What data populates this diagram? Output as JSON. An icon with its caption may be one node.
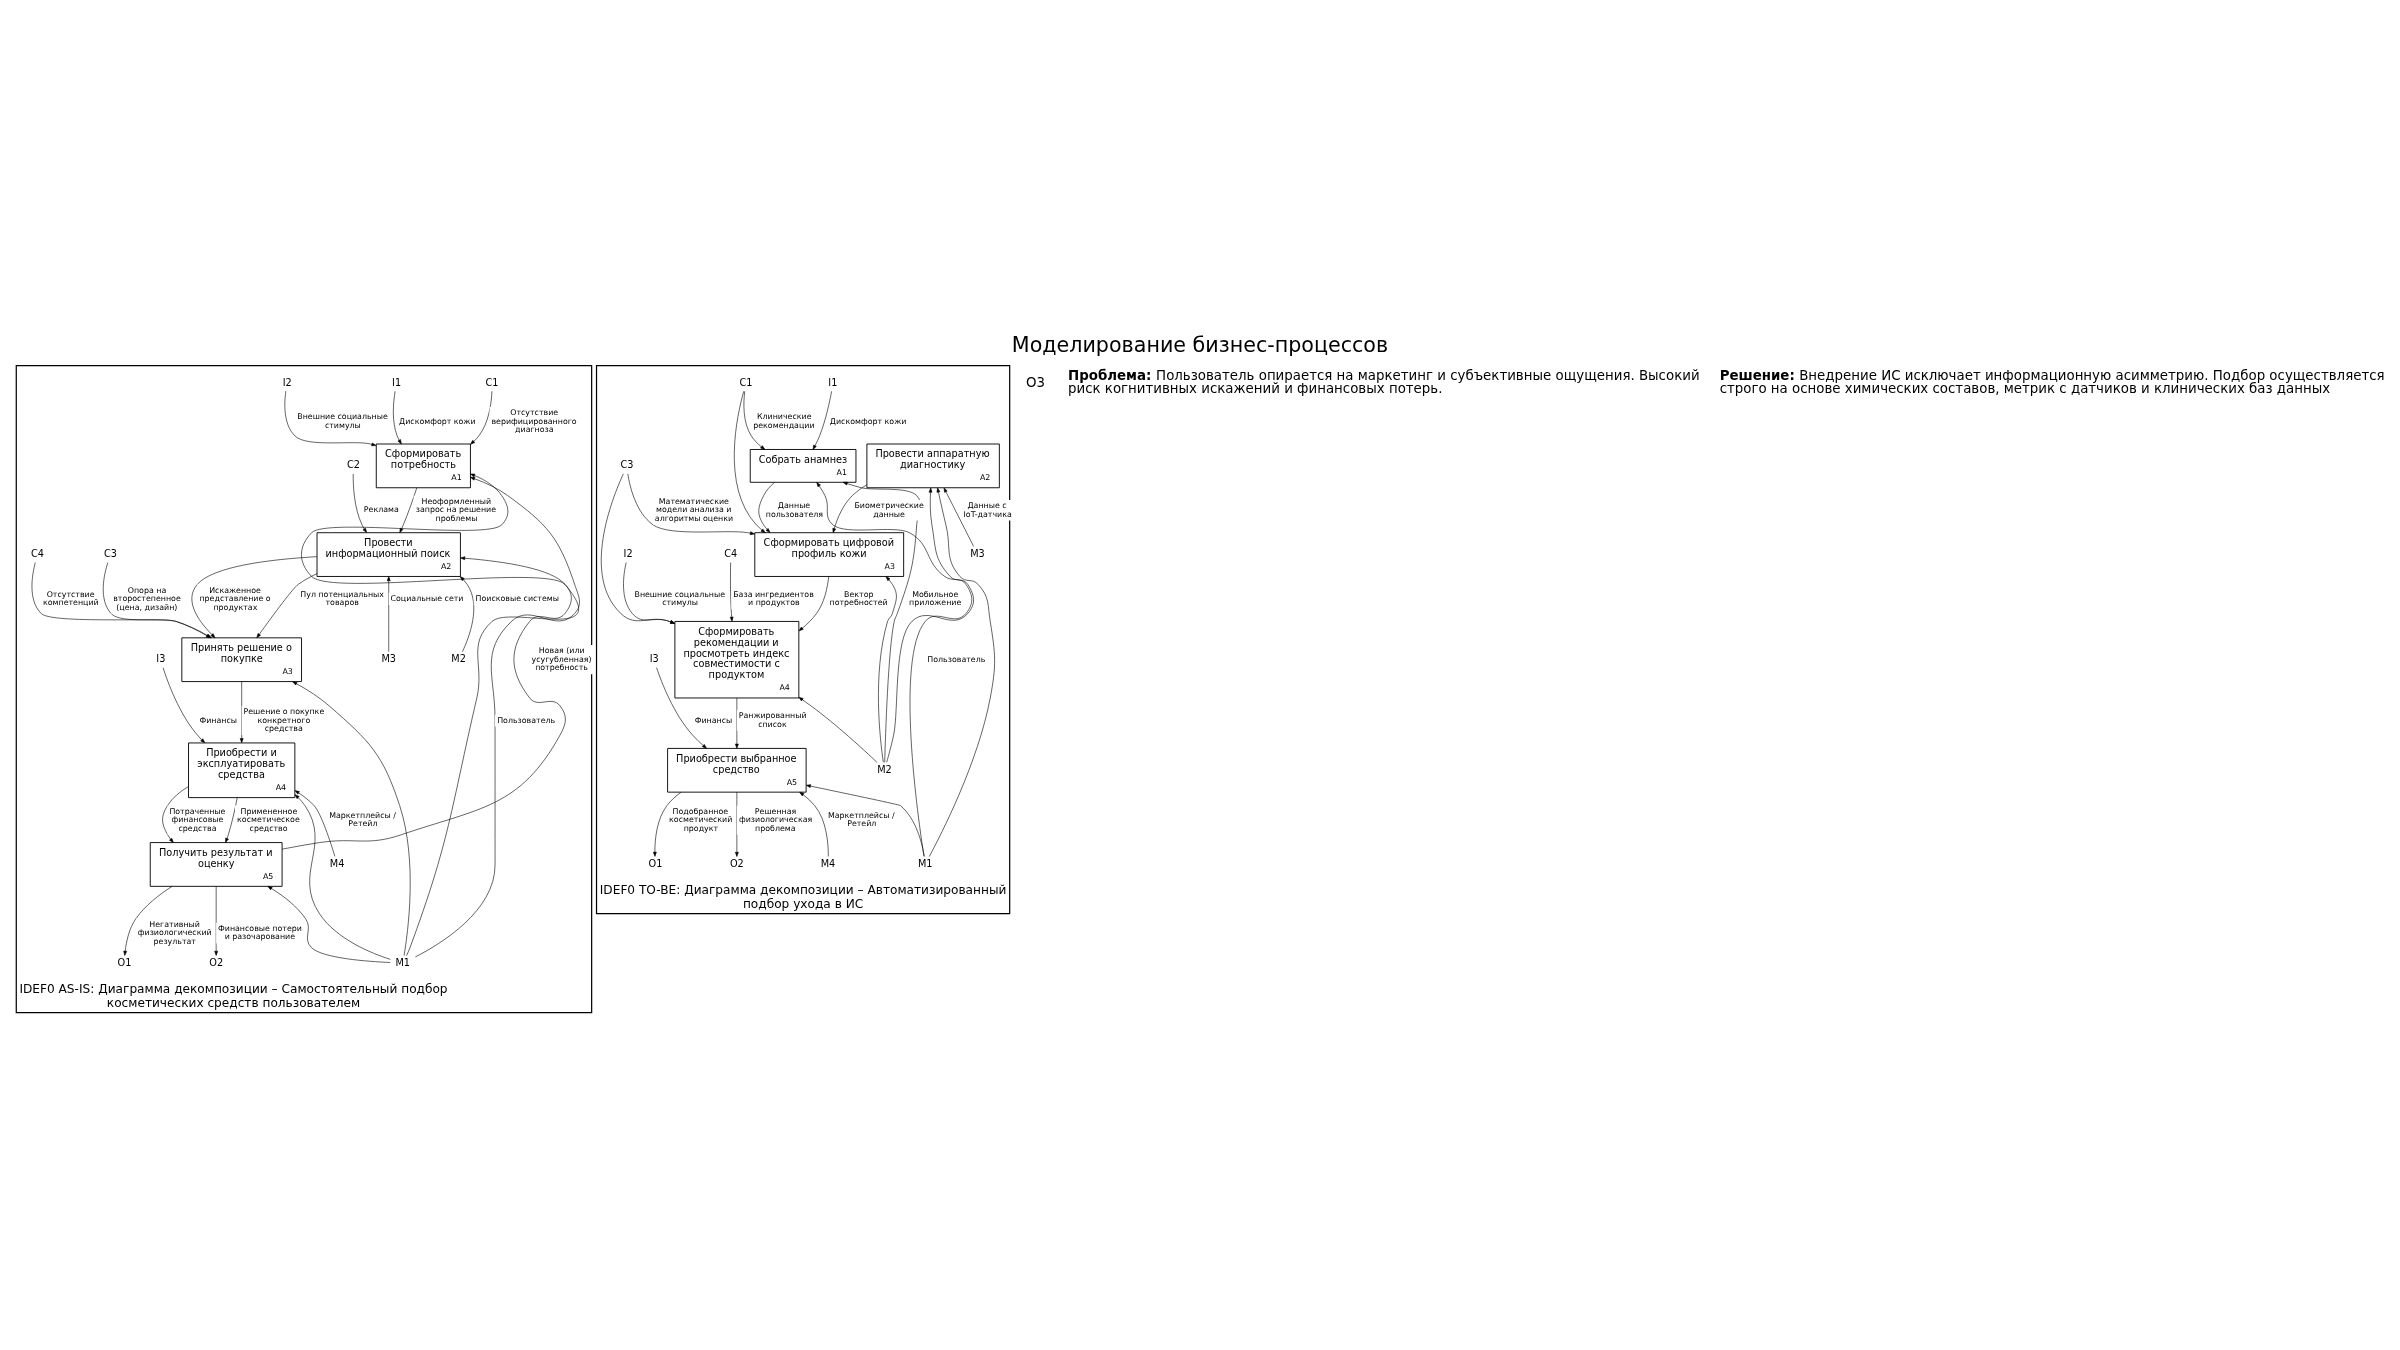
{
  "diagram": {
    "title": "Моделирование бизнес-процессов",
    "nodes": [
      {
        "text": [
          "IDEF0 AS-IS: Диаграмма декомпозиции – Самостоятельный подбор косметических средств пользователем"
        ]
      },
      {
        "text": [
          "Сформировать потребность",
          "A1"
        ],
        "in": 0
      },
      {
        "text": [
          "Провести информационный поиск",
          "A2"
        ],
        "in": 0
      },
      {
        "text": [
          "Принять решение о покупке",
          "A3"
        ],
        "in": 0
      },
      {
        "text": [
          "Приобрести и эксплуатировать средства",
          "A4"
        ],
        "in": 0
      },
      {
        "text": [
          "Получить результат и оценку",
          "A5"
        ],
        "in": 0
      },
      {
        "text": [
          "C1"
        ],
        "in": 0
      },
      {
        "text": [
          "C2"
        ],
        "in": 0
      },
      {
        "text": [
          "C3"
        ],
        "in": 0
      },
      {
        "text": [
          "C4"
        ],
        "in": 0
      },
      {
        "text": [
          "I1"
        ],
        "in": 0
      },
      {
        "text": [
          "I2"
        ],
        "in": 0
      },
      {
        "text": [
          "I3"
        ],
        "in": 0
      },
      {
        "text": [
          "M1"
        ],
        "in": 0
      },
      {
        "text": [
          "M2"
        ],
        "in": 0
      },
      {
        "text": [
          "M3"
        ],
        "in": 0
      },
      {
        "text": [
          "M4"
        ],
        "in": 0
      },
      {
        "text": [
          "O1"
        ],
        "in": 0
      },
      {
        "text": [
          "O2"
        ],
        "in": 0
      },
      {
        "text": [
          "IDEF0 TO-BE: Диаграмма декомпозиции – Автоматизированный подбор ухода в ИС"
        ]
      },
      {
        "text": [
          "Собрать анамнез",
          "A1"
        ],
        "in": 19
      },
      {
        "text": [
          "Провести аппаратную диагностику",
          "A2"
        ],
        "in": 19
      },
      {
        "text": [
          "Сформировать цифровой профиль кожи",
          "A3"
        ],
        "in": 19
      },
      {
        "text": [
          "Сформировать рекомендации и просмотреть индекс совместимости с продуктом",
          "A4"
        ],
        "in": 19
      },
      {
        "text": [
          "Приобрести выбранное средство",
          "A5"
        ],
        "in": 19
      },
      {
        "text": [
          "C1"
        ],
        "in": 19
      },
      {
        "text": [
          "C3"
        ],
        "in": 19
      },
      {
        "text": [
          "C4"
        ],
        "in": 19
      },
      {
        "text": [
          "I1"
        ],
        "in": 19
      },
      {
        "text": [
          "I2"
        ],
        "in": 19
      },
      {
        "text": [
          "I3"
        ],
        "in": 19
      },
      {
        "text": [
          "M1"
        ],
        "in": 19
      },
      {
        "text": [
          "M2"
        ],
        "in": 19
      },
      {
        "text": [
          "M3"
        ],
        "in": 19
      },
      {
        "text": [
          "M4"
        ],
        "in": 19
      },
      {
        "text": [
          "O1"
        ],
        "in": 19
      },
      {
        "text": [
          "O2"
        ],
        "in": 19
      }
    ],
    "edges": [
      {
        "from": 10,
        "to": 1,
        "arrow": "to",
        "label": "Дискомфорт кожи"
      },
      {
        "from": 11,
        "to": 1,
        "arrow": "to",
        "label": "Внешние социальные стимулы"
      },
      {
        "from": 6,
        "to": 1,
        "arrow": "to",
        "label": "Отсутствие верифицированного диагноза"
      },
      {
        "from": 13,
        "to": 1,
        "arrow": "to",
        "label": "Пользователь"
      },
      {
        "from": 1,
        "to": 2,
        "arrow": "to",
        "label": "Неоформленный запрос на решение проблемы"
      },
      {
        "from": 7,
        "to": 2,
        "arrow": "to",
        "label": "Реклама"
      },
      {
        "from": 13,
        "to": 2,
        "arrow": "to"
      },
      {
        "from": 14,
        "to": 2,
        "arrow": "to",
        "label": "Поисковые системы"
      },
      {
        "from": 15,
        "to": 2,
        "arrow": "to",
        "label": "Социальные сети"
      },
      {
        "from": 2,
        "to": 3,
        "arrow": "to",
        "label": "Искаженное представление о продуктах"
      },
      {
        "from": 2,
        "to": 3,
        "arrow": "to",
        "label": "Пул потенциальных товаров"
      },
      {
        "from": 8,
        "to": 3,
        "arrow": "to",
        "label": "Опора на второстепенное (цена, дизайн)"
      },
      {
        "from": 9,
        "to": 3,
        "arrow": "to",
        "label": "Отсутствие компетенций"
      },
      {
        "from": 13,
        "to": 3,
        "arrow": "to"
      },
      {
        "from": 3,
        "to": 4,
        "arrow": "to",
        "label": "Решение о покупке конкретного средства"
      },
      {
        "from": 12,
        "to": 4,
        "arrow": "to",
        "label": "Финансы"
      },
      {
        "from": 13,
        "to": 4,
        "arrow": "to"
      },
      {
        "from": 16,
        "to": 4,
        "arrow": "to",
        "label": "Маркетплейсы / Ретейл"
      },
      {
        "from": 4,
        "to": 5,
        "arrow": "to",
        "label": "Потраченные финансовые средства"
      },
      {
        "from": 4,
        "to": 5,
        "arrow": "to",
        "label": "Примененное косметическое средство"
      },
      {
        "from": 13,
        "to": 5,
        "arrow": "to"
      },
      {
        "from": 5,
        "to": 17,
        "arrow": "to",
        "label": "Негативный физиологический результат"
      },
      {
        "from": 5,
        "to": 18,
        "arrow": "to",
        "label": "Финансовые потери и разочарование"
      },
      {
        "from": 5,
        "to": 1,
        "arrow": "to",
        "label": "Новая (или усугубленная) потребность"
      },
      {
        "from": 28,
        "to": 20,
        "arrow": "to",
        "label": "Дискомфорт кожи"
      },
      {
        "from": 25,
        "to": 20,
        "arrow": "to",
        "label": "Клинические рекомендации"
      },
      {
        "from": 31,
        "to": 20,
        "arrow": "to",
        "label": "Пользователь"
      },
      {
        "from": 32,
        "to": 20,
        "arrow": "to",
        "label": "Мобильное приложение"
      },
      {
        "from": 31,
        "to": 21,
        "arrow": "to"
      },
      {
        "from": 32,
        "to": 21,
        "arrow": "to"
      },
      {
        "from": 33,
        "to": 21,
        "arrow": "to",
        "label": "Данные с IoT-датчика"
      },
      {
        "from": 20,
        "to": 22,
        "arrow": "to",
        "label": "Данные пользователя"
      },
      {
        "from": 21,
        "to": 22,
        "arrow": "to",
        "label": "Биометрические данные"
      },
      {
        "from": 25,
        "to": 22,
        "arrow": "to"
      },
      {
        "from": 26,
        "to": 22,
        "arrow": "to",
        "label": "Математические модели анализа и алгоритмы оценки"
      },
      {
        "from": 32,
        "to": 22,
        "arrow": "to"
      },
      {
        "from": 22,
        "to": 23,
        "arrow": "to",
        "label": "Вектор потребностей"
      },
      {
        "from": 26,
        "to": 23,
        "arrow": "to"
      },
      {
        "from": 27,
        "to": 23,
        "arrow": "to",
        "label": "База ингредиентов и продуктов"
      },
      {
        "from": 29,
        "to": 23,
        "arrow": "to",
        "label": "Внешние социальные стимулы"
      },
      {
        "from": 32,
        "to": 23,
        "arrow": "to"
      },
      {
        "from": 23,
        "to": 24,
        "arrow": "to",
        "label": "Ранжированный список"
      },
      {
        "from": 30,
        "to": 24,
        "arrow": "to",
        "label": "Финансы"
      },
      {
        "from": 31,
        "to": 24,
        "arrow": "to"
      },
      {
        "from": 34,
        "to": 24,
        "arrow": "to",
        "label": "Маркетплейсы / Ретейл"
      },
      {
        "from": 24,
        "to": 35,
        "arrow": "to",
        "label": "Подобранное косметический продукт"
      },
      {
        "from": 24,
        "to": 36,
        "arrow": "to",
        "label": "Решенная физиологическая проблема"
      }
    ],
    "labels": [
      "O3",
      "**Проблема:** Пользователь опирается на маркетинг и субъективные ощущения. Высокий риск когнитивных искажений и финансовых потерь.",
      "**Решение:** Внедрение ИС исключает информационную асимметрию. Подбор осуществляется строго на основе химических составов, метрик с датчиков и клинических баз данных"
    ]
  }
}
